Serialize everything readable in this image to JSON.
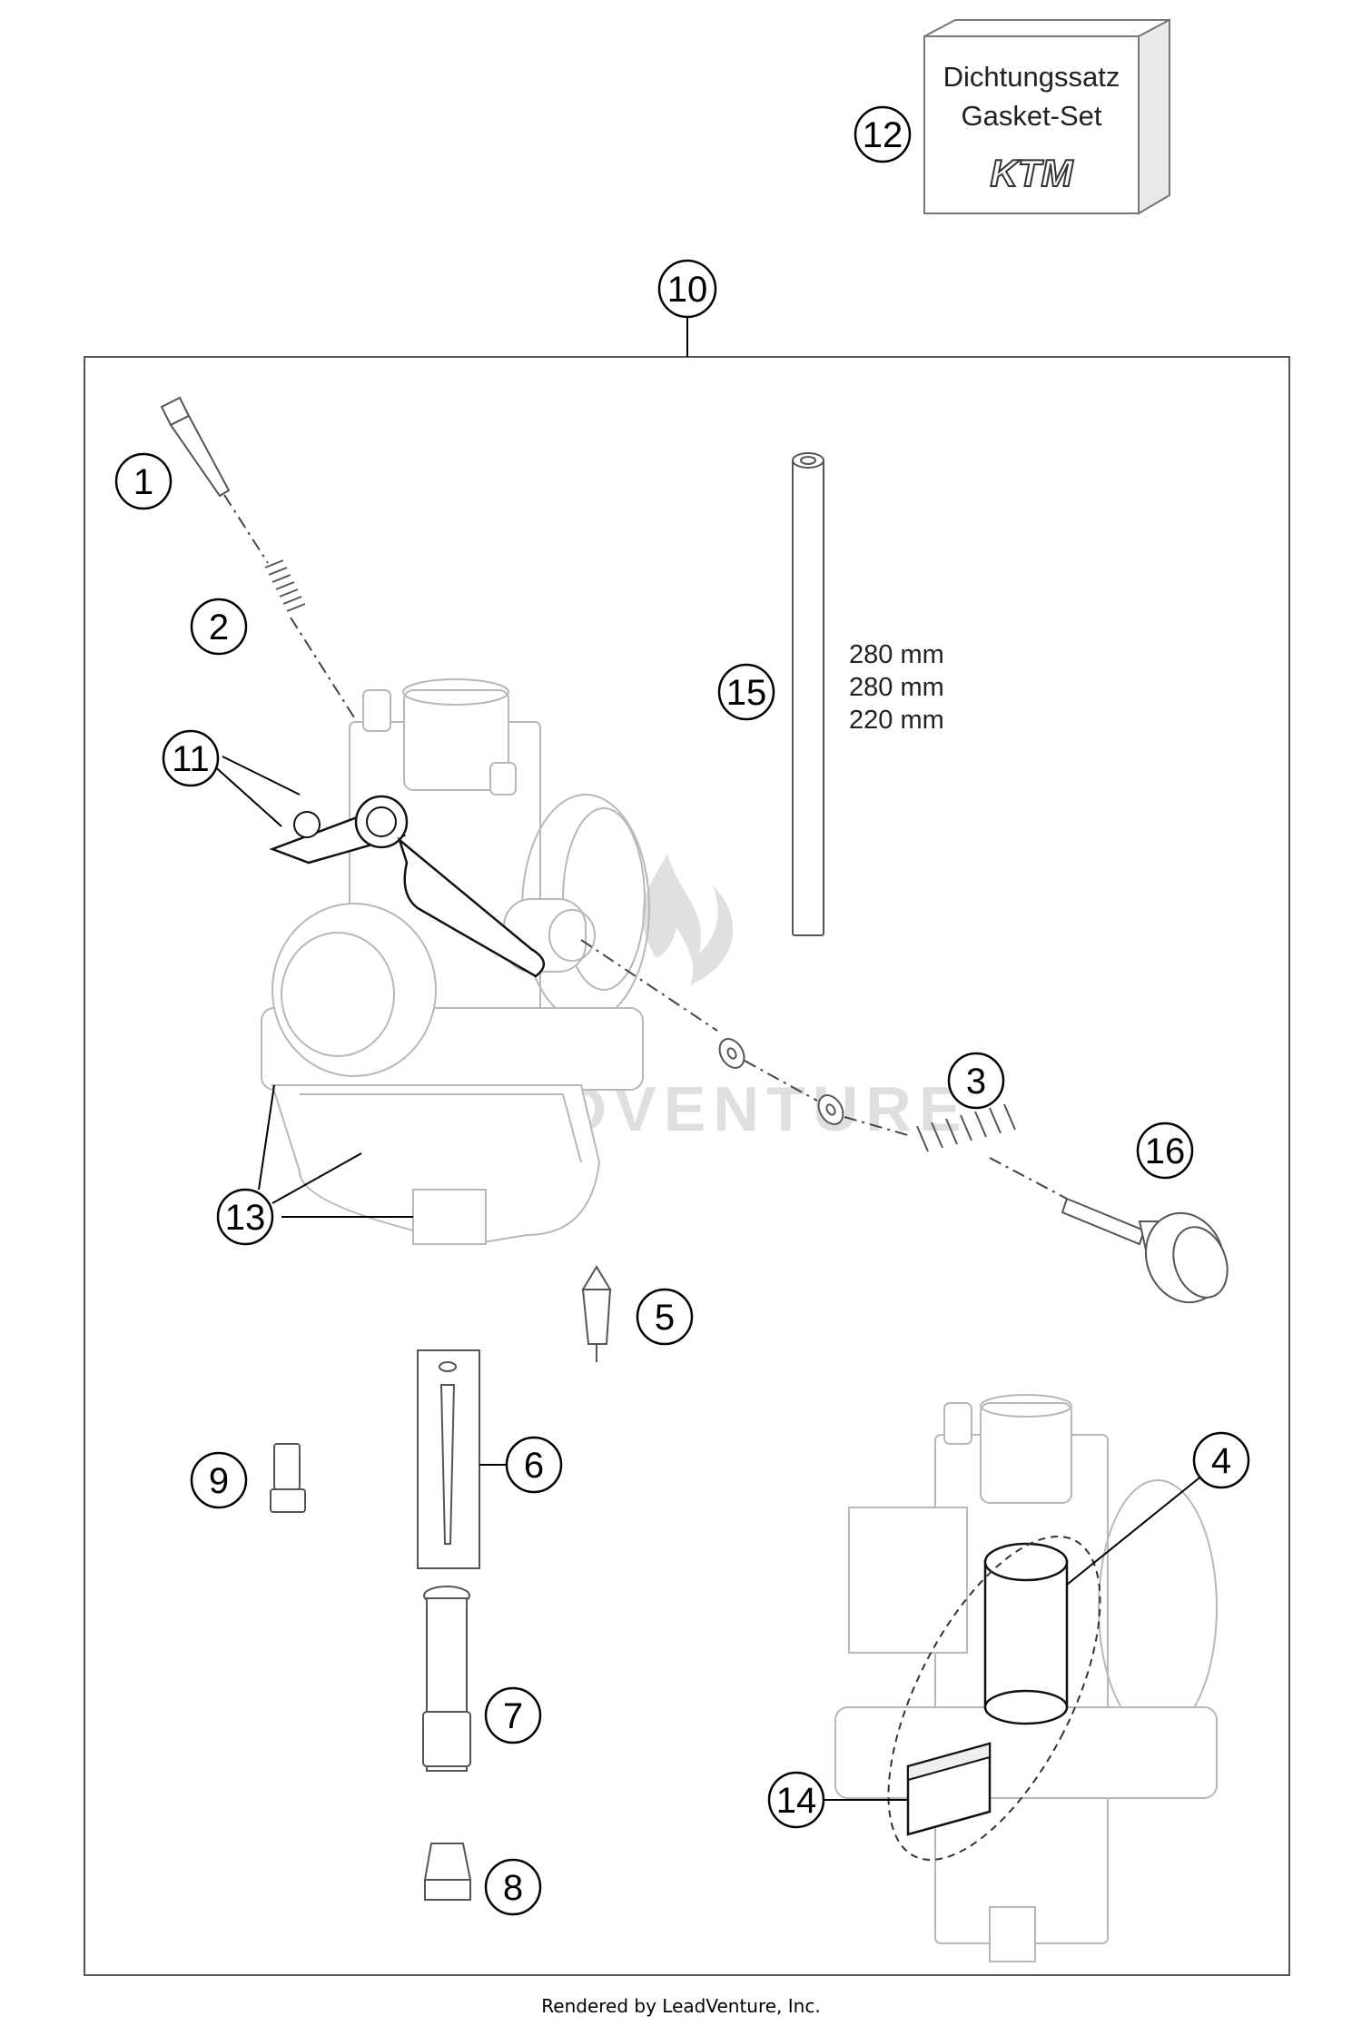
{
  "gasket_box": {
    "line1": "Dichtungssatz",
    "line2": "Gasket-Set",
    "logo": "KTM"
  },
  "tube_lengths": [
    "280 mm",
    "280 mm",
    "220 mm"
  ],
  "callouts": {
    "c1": "1",
    "c2": "2",
    "c3": "3",
    "c4": "4",
    "c5": "5",
    "c6": "6",
    "c7": "7",
    "c8": "8",
    "c9": "9",
    "c10": "10",
    "c11": "11",
    "c12": "12",
    "c13": "13",
    "c14": "14",
    "c15": "15",
    "c16": "16"
  },
  "watermark": "LEADVENTURE",
  "footer": "Rendered by LeadVenture, Inc."
}
